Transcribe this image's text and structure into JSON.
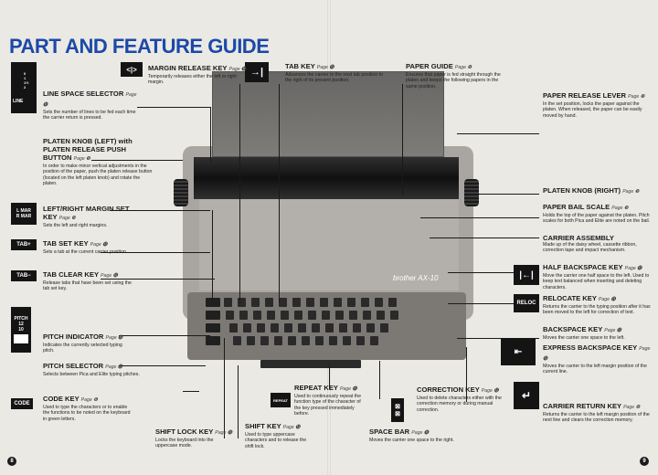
{
  "title": "PART AND FEATURE GUIDE",
  "page_left": "8",
  "page_right": "9",
  "brand": "brother AX-10",
  "icons": {
    "line": "LINE",
    "lscale": [
      "0",
      "1",
      "1½",
      "2"
    ],
    "lmar": "L MAR",
    "rmar": "R MAR",
    "tabplus": "TAB+",
    "tabminus": "TAB−",
    "pitch": "PITCH",
    "pitch_vals": [
      "12",
      "10"
    ],
    "code": "CODE",
    "reloc": "RELOC",
    "repeat": "REPEAT"
  },
  "items": {
    "margin_release": {
      "h": "MARGIN RELEASE KEY",
      "pg": "Page ⓫",
      "d": "Temporarily releases either the left or right margin."
    },
    "tab_key": {
      "h": "TAB KEY",
      "pg": "Page ⓫",
      "d": "Advances the carrier to the next tab position to the right of its present position."
    },
    "paper_guide": {
      "h": "PAPER GUIDE",
      "pg": "Page ❾",
      "d": "Ensures that paper is fed straight through the platen and keeps the following papers in the same position."
    },
    "line_space": {
      "h": "LINE SPACE SELECTOR",
      "pg": "Page ⓫",
      "d": "Sets the number of lines to be fed each time the carrier return is pressed."
    },
    "paper_release": {
      "h": "PAPER RELEASE LEVER",
      "pg": "Page ❾",
      "d": "In the set position, locks the paper against the platen. When released, the paper can be easily moved by hand."
    },
    "platen_knob_left": {
      "h": "PLATEN KNOB (LEFT) with PLATEN RELEASE PUSH BUTTON",
      "pg": "Page ❾",
      "d": "In order to make minor vertical adjustments in the position of the paper, push the platen release button (located on the left platen knob) and rotate the platen."
    },
    "platen_knob_right": {
      "h": "PLATEN KNOB (RIGHT)",
      "pg": "Page ❾",
      "d": ""
    },
    "margin_set": {
      "h": "LEFT/RIGHT MARGIN SET KEY",
      "pg": "Page ❿",
      "d": "Sets the left and right margins."
    },
    "paper_bail": {
      "h": "PAPER BAIL SCALE",
      "pg": "Page ❾",
      "d": "Holds the top of the paper against the platen. Pitch scales for both Pica and Elite are noted on the bail."
    },
    "carrier": {
      "h": "CARRIER ASSEMBLY",
      "pg": "",
      "d": "Made up of the daisy wheel, cassette ribbon, correction tape and impact mechanism."
    },
    "tab_set": {
      "h": "TAB SET KEY",
      "pg": "Page ⓫",
      "d": "Sets a tab at the current carrier position."
    },
    "half_back": {
      "h": "HALF BACKSPACE KEY",
      "pg": "Page ⓫",
      "d": "Move the carrier one half space to the left. Used to keep text balanced when inserting and deleting characters."
    },
    "tab_clear": {
      "h": "TAB CLEAR KEY",
      "pg": "Page ⓬",
      "d": "Release tabs that have been set using the tab set key."
    },
    "relocate": {
      "h": "RELOCATE KEY",
      "pg": "Page ⓫",
      "d": "Returns the carrier to the typing position after it has been moved to the left for correction of text."
    },
    "backspace": {
      "h": "BACKSPACE KEY",
      "pg": "Page ⓭",
      "d": "Moves the carrier one space to the left."
    },
    "express_back": {
      "h": "EXPRESS BACKSPACE KEY",
      "pg": "Page ⓭",
      "d": "Moves the carrier to the left margin position of the current line."
    },
    "pitch_ind": {
      "h": "PITCH INDICATOR",
      "pg": "Page ⓭",
      "d": "Indicates the currently selected typing pitch."
    },
    "pitch_sel": {
      "h": "PITCH SELECTOR",
      "pg": "Page ⓭",
      "d": "Selects between Pica and Elite typing pitches."
    },
    "repeat": {
      "h": "REPEAT KEY",
      "pg": "Page ⓫",
      "d": "Used to continuously repeat the function type of the character of the key pressed immediately before."
    },
    "correction": {
      "h": "CORRECTION KEY",
      "pg": "Page ⓬",
      "d": "Used to delete characters either with the correction memory or during manual correction."
    },
    "code": {
      "h": "CODE KEY",
      "pg": "Page ❻",
      "d": "Used to type the characters or to enable the functions to be noted on the keyboard in green letters."
    },
    "carrier_return": {
      "h": "CARRIER RETURN KEY",
      "pg": "Page ❽",
      "d": "Returns the carrier to the left margin position of the next line and clears the correction memory."
    },
    "shift_lock": {
      "h": "SHIFT LOCK KEY",
      "pg": "Page ⓭",
      "d": "Locks the keyboard into the uppercase mode."
    },
    "shift": {
      "h": "SHIFT KEY",
      "pg": "Page ⓭",
      "d": "Used to type uppercase characters and to release the shift lock."
    },
    "space": {
      "h": "SPACE BAR",
      "pg": "Page ⓫",
      "d": "Moves the carrier one space to the right."
    }
  },
  "colors": {
    "title": "#1b49a8",
    "ink": "#1a1a1a",
    "paper": "#ebe9e4"
  }
}
